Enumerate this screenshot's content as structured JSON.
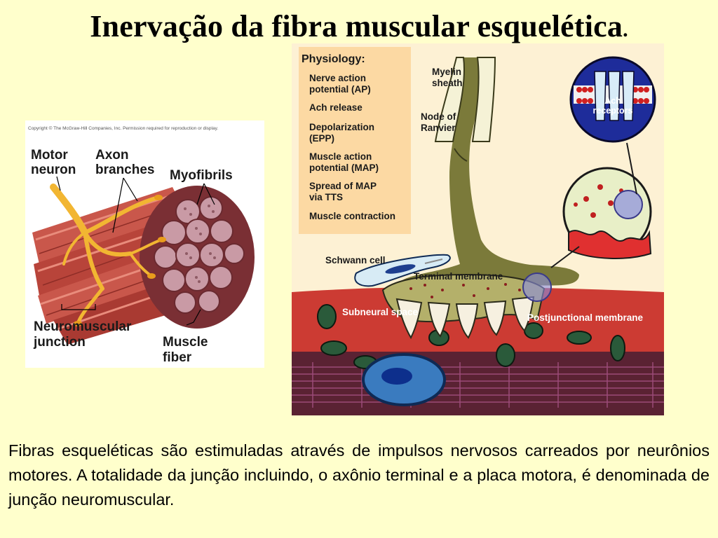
{
  "slide": {
    "title": "Inervação da fibra muscular esquelética",
    "title_end": "."
  },
  "left_figure": {
    "copyright": "Copyright © The McGraw-Hill Companies, Inc. Permission required for reproduction or display.",
    "labels": {
      "motor_neuron_1": "Motor",
      "motor_neuron_2": "neuron",
      "axon_branches_1": "Axon",
      "axon_branches_2": "branches",
      "myofibrils": "Myofibrils",
      "nmj_1": "Neuromuscular",
      "nmj_2": "junction",
      "muscle_fiber_1": "Muscle",
      "muscle_fiber_2": "fiber"
    }
  },
  "right_figure": {
    "physiology": {
      "heading": "Physiology:",
      "steps": [
        [
          "Nerve action",
          "potential (AP)"
        ],
        [
          "Ach release"
        ],
        [
          "Depolarization",
          "(EPP)"
        ],
        [
          "Muscle action",
          "potential (MAP)"
        ],
        [
          "Spread of MAP",
          "via TTS"
        ],
        [
          "Muscle contraction"
        ]
      ]
    },
    "labels": {
      "myelin_1": "Myelin",
      "myelin_2": "sheath",
      "node_1": "Node of",
      "node_2": "Ranvier",
      "ach_1": "Ach",
      "ach_2": "receptors",
      "schwann": "Schwann cell",
      "terminal": "Terminal membrane",
      "subneural": "Subneural space",
      "postjunctional": "Postjunctional membrane"
    }
  },
  "caption": "Fibras esqueléticas são estimuladas através de impulsos nervosos carreados por neurônios motores. A totalidade da junção incluindo, o axônio terminal e a placa motora, é denominada de junção neuromuscular."
}
